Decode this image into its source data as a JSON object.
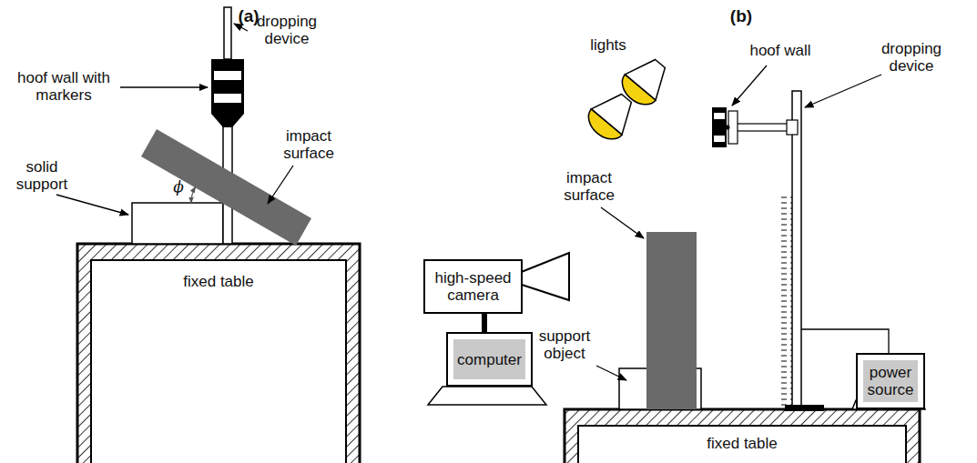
{
  "diagram": {
    "nodes": [
      {
        "text": [
          "fixed table"
        ]
      },
      {
        "text": [
          "fixed table"
        ]
      },
      {
        "text": [
          "high-speed camera"
        ]
      },
      {
        "text": [
          "computer"
        ]
      },
      {
        "text": [
          "power source"
        ]
      }
    ],
    "edges": [
      {
        "from": 2,
        "to": 3,
        "arrow": "none"
      }
    ],
    "labels": [
      "(a)",
      "(b)",
      "dropping device",
      "hoof wall with markers",
      "impact surface",
      "solid support",
      "ϕ",
      "lights",
      "hoof wall",
      "dropping device",
      "impact surface",
      "support object"
    ]
  }
}
